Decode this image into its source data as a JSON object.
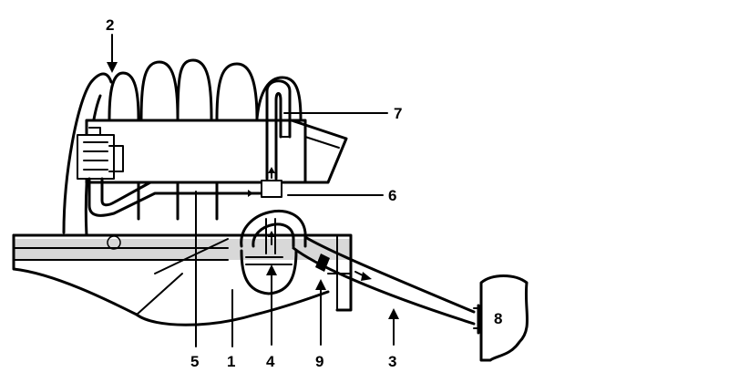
{
  "diagram": {
    "callouts": [
      {
        "id": "c2",
        "label": "2"
      },
      {
        "id": "c7",
        "label": "7"
      },
      {
        "id": "c6",
        "label": "6"
      },
      {
        "id": "c8",
        "label": "8"
      },
      {
        "id": "c5",
        "label": "5"
      },
      {
        "id": "c1",
        "label": "1"
      },
      {
        "id": "c4",
        "label": "4"
      },
      {
        "id": "c9",
        "label": "9"
      },
      {
        "id": "c3",
        "label": "3"
      }
    ]
  }
}
